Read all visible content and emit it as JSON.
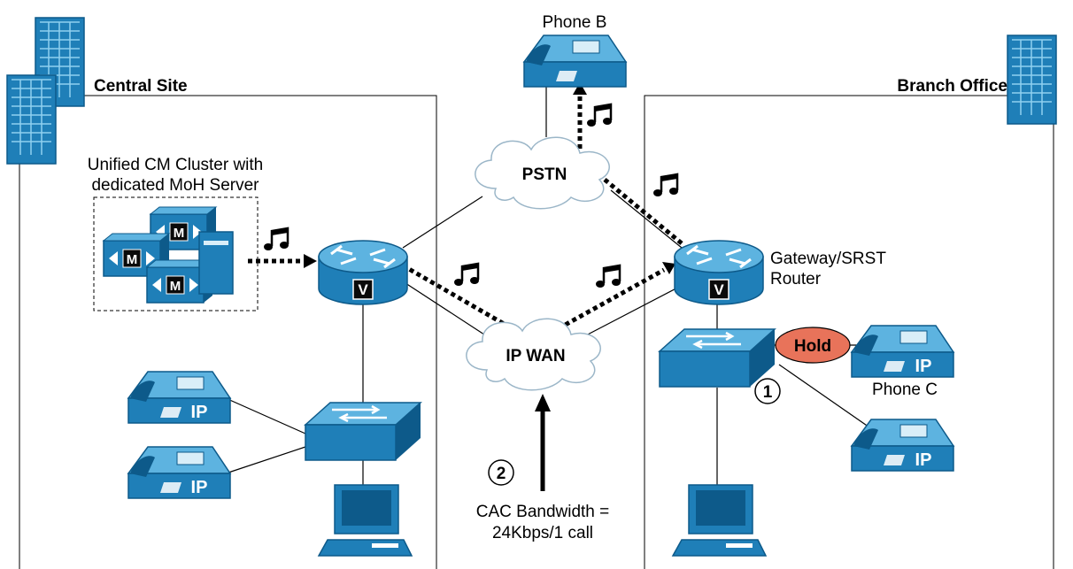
{
  "sites": {
    "central": "Central Site",
    "branch": "Branch Office"
  },
  "phone_b": "Phone B",
  "phone_c": "Phone C",
  "cluster": {
    "line1": "Unified CM Cluster with",
    "line2": "dedicated MoH Server",
    "moh_badge": "M"
  },
  "clouds": {
    "pstn": "PSTN",
    "ipwan": "IP WAN"
  },
  "gateway": {
    "line1": "Gateway/SRST",
    "line2": "Router"
  },
  "router_badge": "V",
  "phone_badge": "IP",
  "hold": "Hold",
  "steps": {
    "one": "1",
    "two": "2"
  },
  "cac": {
    "line1": "CAC Bandwidth =",
    "line2": "24Kbps/1 call"
  },
  "colors": {
    "device_blue": "#1f7fb8",
    "device_dark": "#0d5a8a",
    "hold_fill": "#e8735a",
    "cloud_stroke": "#9bb6c8"
  }
}
